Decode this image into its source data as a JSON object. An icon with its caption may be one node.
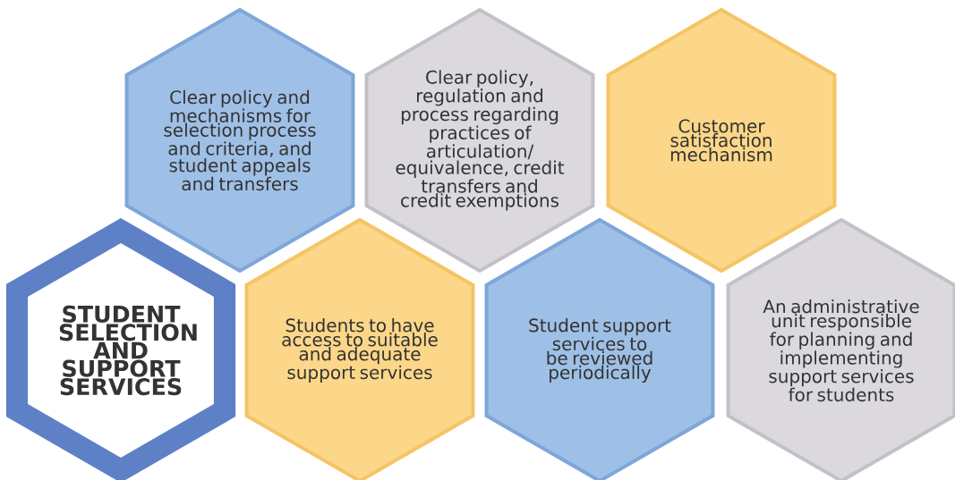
{
  "diagram": {
    "nodes": [
      {
        "text": [
          "Clear policy and mechanisms for selection process and criteria, and student appeals and transfers"
        ]
      },
      {
        "text": [
          "Clear policy, regulation and process regarding practices of articulation/ equivalence, credit transfers and credit exemptions"
        ]
      },
      {
        "text": [
          "Customer satisfaction mechanism"
        ]
      },
      {
        "text": [
          "STUDENT SELECTION AND SUPPORT SERVICES"
        ]
      },
      {
        "text": [
          "Students to have access to suitable and adequate support services"
        ]
      },
      {
        "text": [
          "Student support services to be reviewed periodically"
        ]
      },
      {
        "text": [
          "An administrative unit responsible for planning and implementing support services for students"
        ]
      }
    ]
  }
}
